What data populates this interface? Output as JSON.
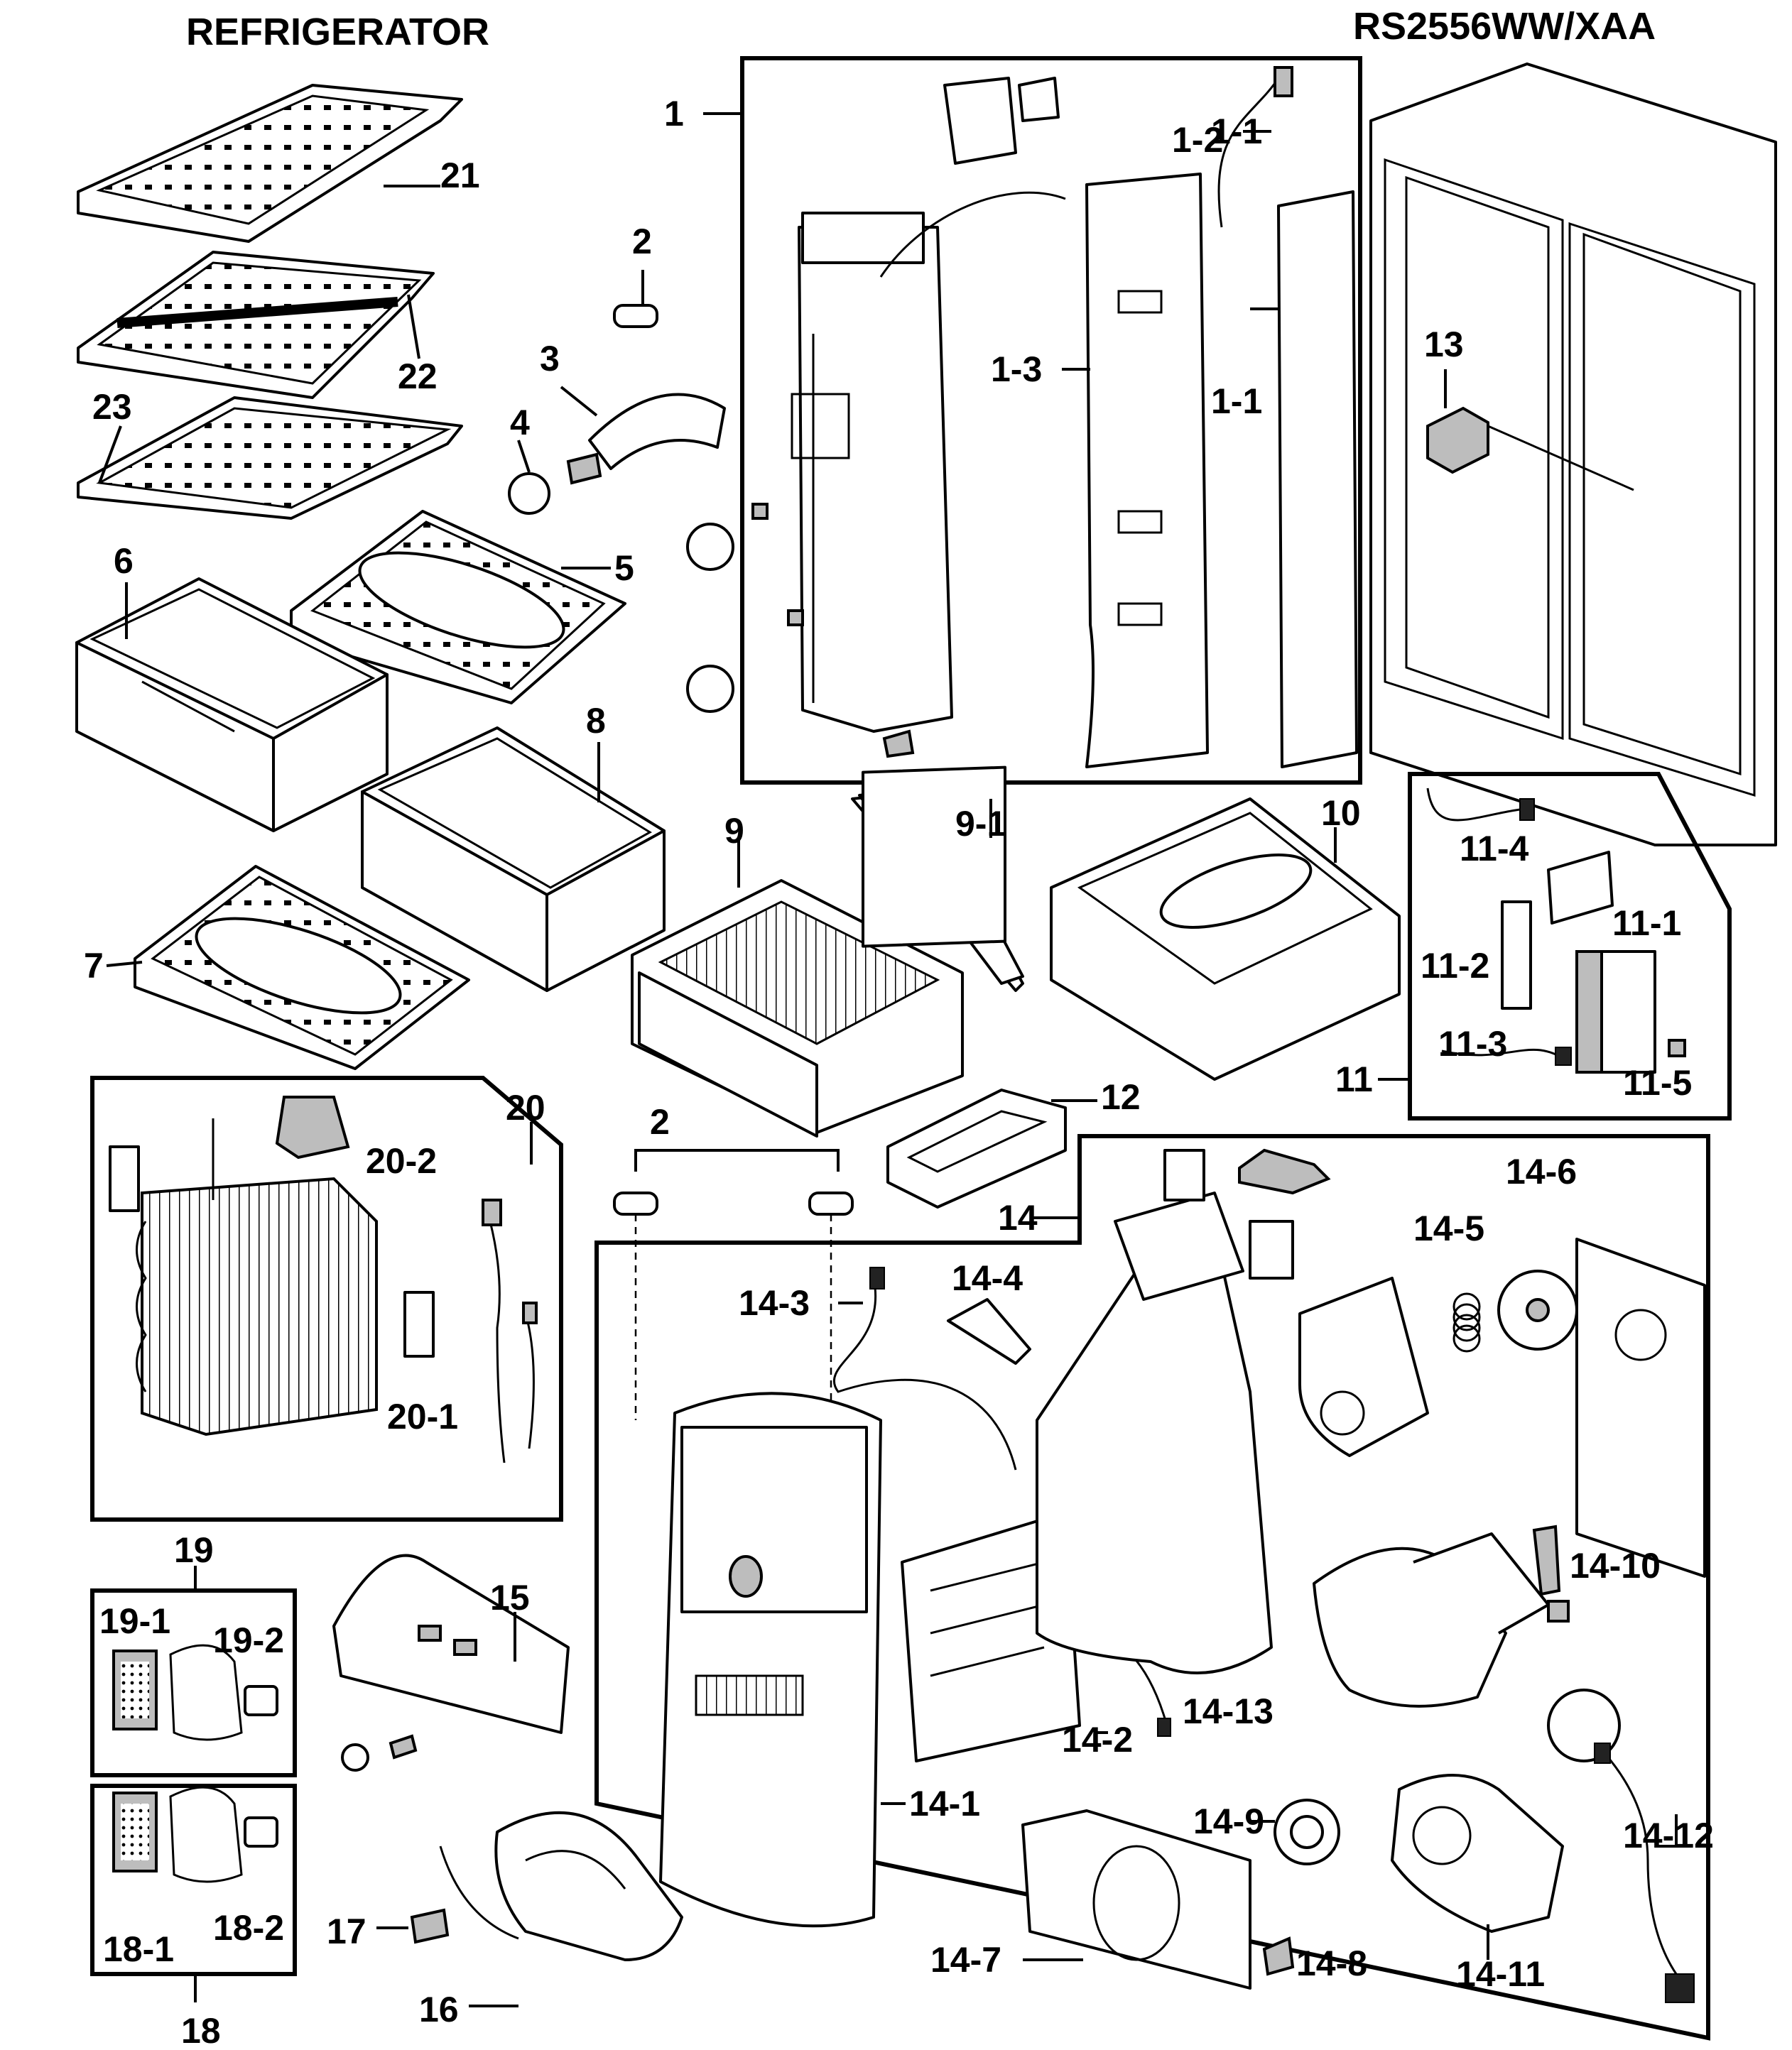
{
  "header": {
    "title_left": "REFRIGERATOR",
    "title_right": "RS2556WW/XAA"
  },
  "labels": {
    "l1": "1",
    "l1_1": "1-1",
    "l1_2": "1-2",
    "l1_3": "1-3",
    "l2a": "2",
    "l2b": "2",
    "l3": "3",
    "l4": "4",
    "l5": "5",
    "l6": "6",
    "l7": "7",
    "l8": "8",
    "l9": "9",
    "l9_1": "9-1",
    "l10": "10",
    "l11": "11",
    "l11_1": "11-1",
    "l11_2": "11-2",
    "l11_3": "11-3",
    "l11_4": "11-4",
    "l11_5": "11-5",
    "l12": "12",
    "l13": "13",
    "l14": "14",
    "l14_1": "14-1",
    "l14_2": "14-2",
    "l14_3": "14-3",
    "l14_4": "14-4",
    "l14_5": "14-5",
    "l14_6": "14-6",
    "l14_7": "14-7",
    "l14_8": "14-8",
    "l14_9": "14-9",
    "l14_10": "14-10",
    "l14_11": "14-11",
    "l14_12": "14-12",
    "l14_13": "14-13",
    "l15": "15",
    "l16": "16",
    "l17": "17",
    "l18": "18",
    "l18_1": "18-1",
    "l18_2": "18-2",
    "l19": "19",
    "l19_1": "19-1",
    "l19_2": "19-2",
    "l20": "20",
    "l20_1": "20-1",
    "l20_2": "20-2",
    "l21": "21",
    "l22": "22",
    "l23": "23"
  }
}
